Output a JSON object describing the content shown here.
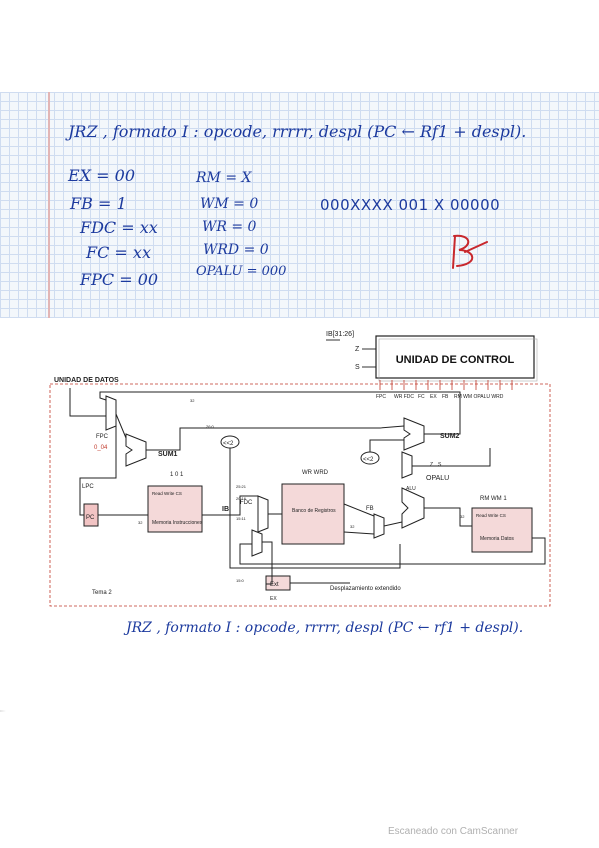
{
  "notes": {
    "title": "JRZ , formato I : opcode, rrrrr, despl  (PC ← Rf1 + despl).",
    "left_col": [
      "EX = 00",
      "FB = 1",
      "FDC = xx",
      "FC = xx",
      "FPC = 00"
    ],
    "mid_col": [
      "RM = X",
      "WM = 0",
      "WR = 0",
      "WRD = 0",
      "OPALU = 000"
    ],
    "encoding": "000XXXX 001 X 00000"
  },
  "diagram": {
    "ib_label": "IB[31:26]",
    "z_label": "Z",
    "s_label": "S",
    "control_title": "UNIDAD DE CONTROL",
    "control_signals": [
      "FPC",
      "WR FDC",
      "FC",
      "EX",
      "FB",
      "RM WM OPALU WRD"
    ],
    "datos_title": "UNIDAD DE DATOS",
    "sum1": "SUM1",
    "sum2": "SUM2",
    "shift": "<<2",
    "fpc": "FPC",
    "zero_x4": "0_04",
    "lpc": "LPC",
    "pc": "PC",
    "mem_instr_top": "1  0  1",
    "mem_instr_ports": "Read Write CS",
    "mem_instr": "Memoria Instrucciones",
    "ib": "IB",
    "wr_wrd": "WR WRD",
    "banco": "Banco de Registros",
    "fdc": "FDC",
    "fb": "FB",
    "alu": "ALU",
    "opalu": "OPALU",
    "flag_z": "Z",
    "flag_s": "S",
    "rm_wm": "RM  WM  1",
    "mem_datos_ports": "Read Write CS",
    "mem_datos": "Memoria Datos",
    "ext": "Ext",
    "ex": "EX",
    "desp": "Desplazamiento extendido",
    "tema": "Tema 2",
    "bits": [
      "32",
      "32",
      "32",
      "32",
      "26:0",
      "25:21",
      "20:16",
      "15:11",
      "15:0"
    ]
  },
  "footer_note": "JRZ , formato I : opcode, rrrrr, despl    (PC ← rf1 + despl).",
  "scanner": "Escaneado con CamScanner"
}
